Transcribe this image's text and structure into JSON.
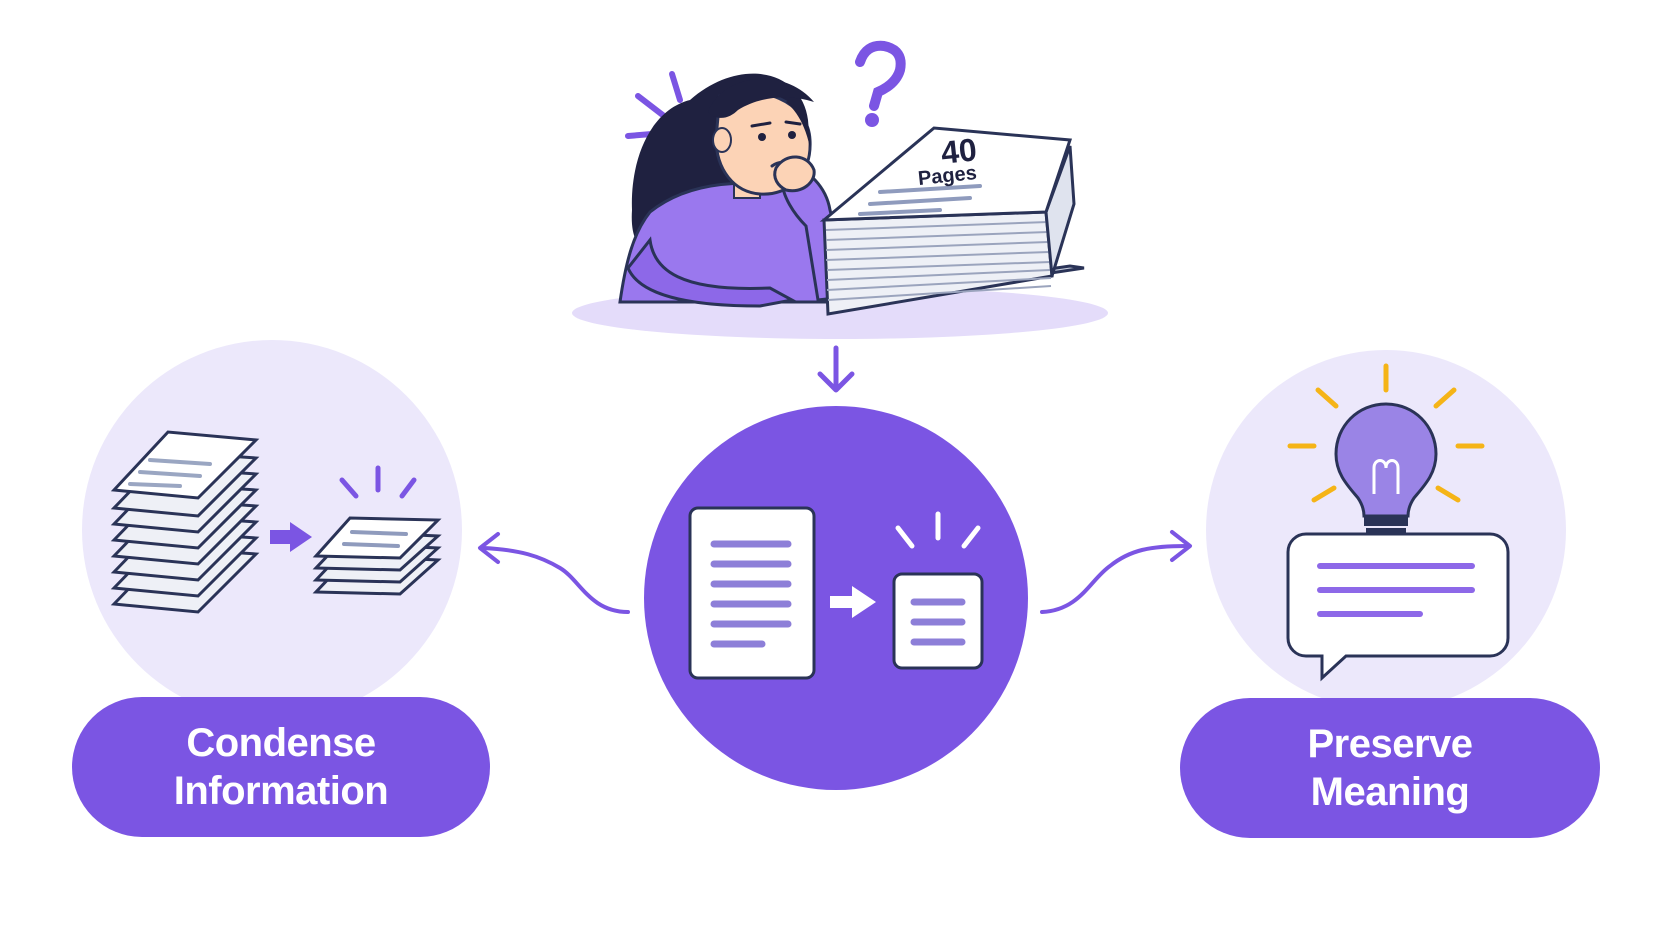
{
  "stack_label": {
    "count": "40",
    "unit": "Pages"
  },
  "steps": [
    {
      "id": "condense",
      "line1": "Condense",
      "line2": "Information"
    },
    {
      "id": "preserve",
      "line1": "Preserve",
      "line2": "Meaning"
    }
  ],
  "colors": {
    "primary": "#7b55e3",
    "primary_light": "#ece8fb",
    "shadow": "#e4dcfa",
    "outline": "#2a3357",
    "accent_yellow": "#f5b417",
    "line_lavender": "#9a84e6",
    "hair": "#1f2140",
    "skin": "#fcd3b6"
  },
  "icons": [
    "confused-woman-illustration",
    "question-mark-icon",
    "document-stack-icon",
    "down-arrow-icon",
    "summarize-document-icon",
    "curved-arrow-left-icon",
    "curved-arrow-right-icon",
    "small-stack-icon",
    "lightbulb-icon",
    "speech-bubble-icon"
  ]
}
